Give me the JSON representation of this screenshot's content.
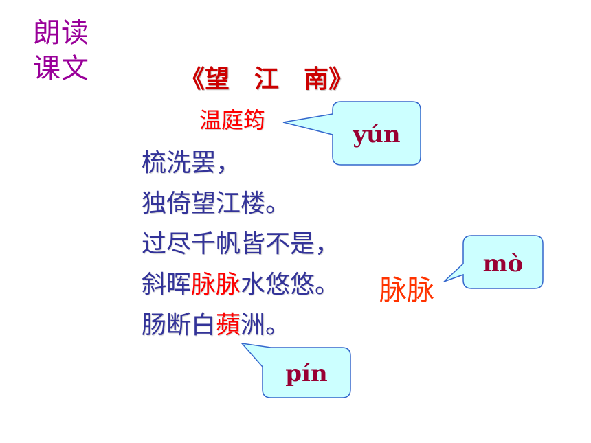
{
  "section_label": [
    "朗读",
    "课文"
  ],
  "poem": {
    "title": "《望　江　南》",
    "author": "温庭筠",
    "lines": [
      [
        {
          "t": "梳洗罢，"
        }
      ],
      [
        {
          "t": "独倚望江楼。"
        }
      ],
      [
        {
          "t": "过尽千帆皆不是，"
        }
      ],
      [
        {
          "t": "斜晖"
        },
        {
          "t": "脉脉",
          "hl": true
        },
        {
          "t": "水悠悠。"
        }
      ],
      [
        {
          "t": "肠断白"
        },
        {
          "t": "蘋",
          "hl": true
        },
        {
          "t": "洲。"
        }
      ]
    ]
  },
  "keyword": "脉脉",
  "callouts": {
    "yun": "yún",
    "mo": "mò",
    "pin": "pín"
  },
  "colors": {
    "label": "#990099",
    "title": "#cc0000",
    "poem_text": "#333399",
    "highlight": "#ff0000",
    "keyword": "#ff3300",
    "callout_fill": "#ccffff",
    "callout_border": "#3366cc",
    "callout_text": "#990033"
  }
}
